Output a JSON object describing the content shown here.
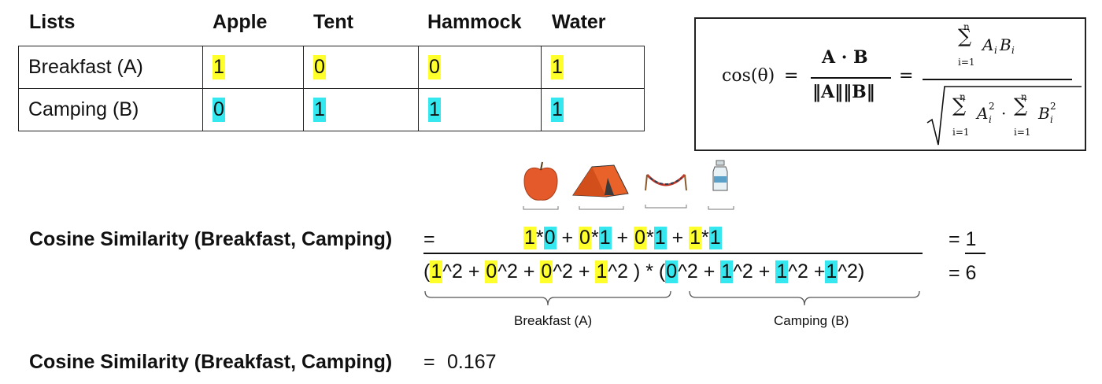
{
  "table": {
    "headers": [
      "Lists",
      "Apple",
      "Tent",
      "Hammock",
      "Water"
    ],
    "rows": [
      {
        "label": "Breakfast (A)",
        "values": [
          "1",
          "0",
          "0",
          "1"
        ]
      },
      {
        "label": "Camping (B)",
        "values": [
          "0",
          "1",
          "1",
          "1"
        ]
      }
    ]
  },
  "formula": {
    "lhs": "cos(θ)",
    "eq": "=",
    "mid_num": "A · B",
    "mid_den": "‖A‖‖B‖",
    "sum_top": "n",
    "sum_bottom": "i=1",
    "num_term": "A",
    "num_term_sub": "i",
    "num_term2": "B",
    "num_term2_sub": "i",
    "den_term1": "A",
    "den_term2": "B",
    "sup": "2",
    "dot": "·"
  },
  "icons": [
    "apple-icon",
    "tent-icon",
    "hammock-icon",
    "water-bottle-icon"
  ],
  "equation": {
    "label": "Cosine Similarity (Breakfast, Camping)",
    "equals": "=",
    "numerator": [
      {
        "v": "1",
        "c": "y"
      },
      {
        "v": "*"
      },
      {
        "v": "0",
        "c": "c"
      },
      {
        "v": " + "
      },
      {
        "v": "0",
        "c": "y"
      },
      {
        "v": "*"
      },
      {
        "v": "1",
        "c": "c"
      },
      {
        "v": " + "
      },
      {
        "v": "0",
        "c": "y"
      },
      {
        "v": "*"
      },
      {
        "v": "1",
        "c": "c"
      },
      {
        "v": " + "
      },
      {
        "v": "1",
        "c": "y"
      },
      {
        "v": "*"
      },
      {
        "v": "1",
        "c": "c"
      }
    ],
    "denominator": [
      {
        "v": "("
      },
      {
        "v": "1",
        "c": "y"
      },
      {
        "v": "^2 + "
      },
      {
        "v": "0",
        "c": "y"
      },
      {
        "v": "^2 + "
      },
      {
        "v": "0",
        "c": "y"
      },
      {
        "v": "^2 + "
      },
      {
        "v": "1",
        "c": "y"
      },
      {
        "v": "^2 ) * ("
      },
      {
        "v": "0",
        "c": "c"
      },
      {
        "v": "^2 + "
      },
      {
        "v": "1",
        "c": "c"
      },
      {
        "v": "^2 + "
      },
      {
        "v": "1",
        "c": "c"
      },
      {
        "v": "^2 +"
      },
      {
        "v": "1",
        "c": "c"
      },
      {
        "v": "^2)"
      }
    ],
    "result_num": "= 1",
    "result_den": "= 6",
    "brace_left_label": "Breakfast (A)",
    "brace_right_label": "Camping (B)"
  },
  "result": {
    "label": "Cosine Similarity (Breakfast, Camping)",
    "equals": "=",
    "value": "0.167"
  },
  "colors": {
    "highlight_a": "#ffff2b",
    "highlight_b": "#35e8ef"
  }
}
